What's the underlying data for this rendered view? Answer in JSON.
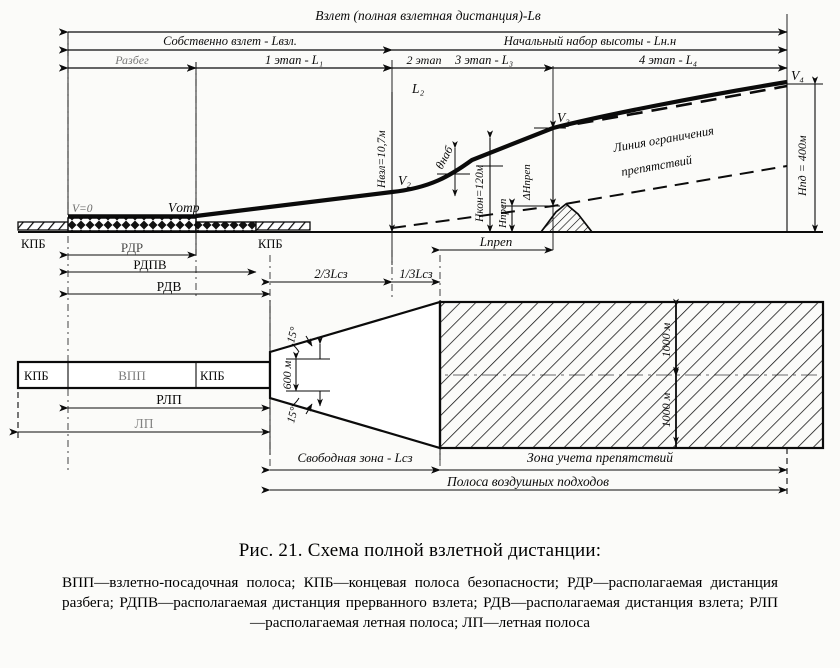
{
  "figure": {
    "caption_title": "Рис. 21. Схема полной взлетной дистанции:",
    "caption_body": "ВПП—взлетно-посадочная полоса; КПБ—концевая полоса безопасности; РДР—располагаемая дистанция разбега; РДПВ—располагаемая дистанция прерванного взлета; РДВ—располагаемая дистанция взлета; РЛП—располагаемая летная полоса; ЛП—летная полоса"
  },
  "top_dimensions": {
    "full_takeoff": "Взлет (полная взлетная дистанция)-L₟в",
    "takeoff_proper": "Собственно взлет - Lвзл.",
    "initial_climb": "Начальный набор высоты - Lн.н",
    "ground_run": "Разбег",
    "stage1": "1 этап - L₁",
    "stage2": "2 этап",
    "stage3": "3 этап - L₃",
    "stage4": "4 этап - L₄",
    "l2": "L₂"
  },
  "profile": {
    "v_zero": "V=0",
    "v_otr": "Vотр",
    "v2": "V₂",
    "v3": "V₃",
    "v4": "V₄",
    "h_vzl": "Hвзл=10,7м",
    "h_kon": "Hкон=120м",
    "h_pd": "Hпд = 400м",
    "h_prep": "Hпреп",
    "dh_prep": "ΔHпреп",
    "l_prep": "Lпреп",
    "theta_nab": "θнаб",
    "obstacle_line_1": "Линия ограничения",
    "obstacle_line_2": "препятствий",
    "kpb_left": "КПБ",
    "kpb_right": "КПБ",
    "rdr": "РДР",
    "rdpv": "РДПВ",
    "rdv": "РДВ",
    "two_thirds_lsz": "2/3Lсз",
    "one_third_lsz": "1/3Lсз"
  },
  "plan": {
    "kpb_left": "КПБ",
    "kpb_right": "КПБ",
    "vpp": "ВПП",
    "rlp": "РЛП",
    "lp": "ЛП",
    "width_600": "600 м",
    "width_1000_upper": "1000 м",
    "width_1000_lower": "1000 м",
    "angle_upper": "15°",
    "angle_lower": "15°",
    "clearway": "Свободная зона - Lсз",
    "obstacle_zone": "Зона учета препятствий",
    "approach_strip": "Полоса воздушных подходов"
  },
  "colors": {
    "ink": "#0b0b0b",
    "paper": "#fbfbf9",
    "thin": "#1a1a1a"
  }
}
